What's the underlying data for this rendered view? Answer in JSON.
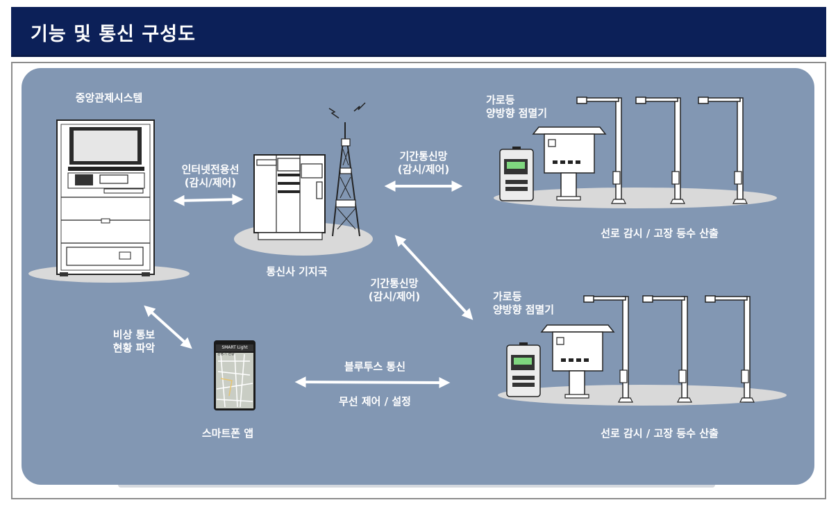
{
  "header": {
    "title": "기능 및 통신 구성도"
  },
  "nodes": {
    "central_system": "중앙관제시스템",
    "base_station": "통신사 기지국",
    "smartphone_app": "스마트폰 앱",
    "phone_screen_title": "SMART Light",
    "phone_tab": "운동기 현황"
  },
  "links": {
    "internet_line": {
      "line1": "인터넷전용선",
      "line2": "(감시/제어)"
    },
    "backbone_top": {
      "line1": "기간통신망",
      "line2": "(감시/제어)"
    },
    "backbone_mid": {
      "line1": "기간통신망",
      "line2": "(감시/제어)"
    },
    "emergency": {
      "line1": "비상 통보",
      "line2": "현황 파악"
    },
    "bluetooth": "블루투스 통신",
    "wireless": "무선 제어 / 설정"
  },
  "streetlight_groups": [
    {
      "line1": "가로등",
      "line2": "양방향 점멸기",
      "caption": "선로 감시 / 고장 등수 산출"
    },
    {
      "line1": "가로등",
      "line2": "양방향 점멸기",
      "caption": "선로 감시 / 고장 등수 산출"
    }
  ],
  "colors": {
    "header_bg": "#0c2058",
    "panel_bg": "#8297b3",
    "label": "#ffffff"
  }
}
